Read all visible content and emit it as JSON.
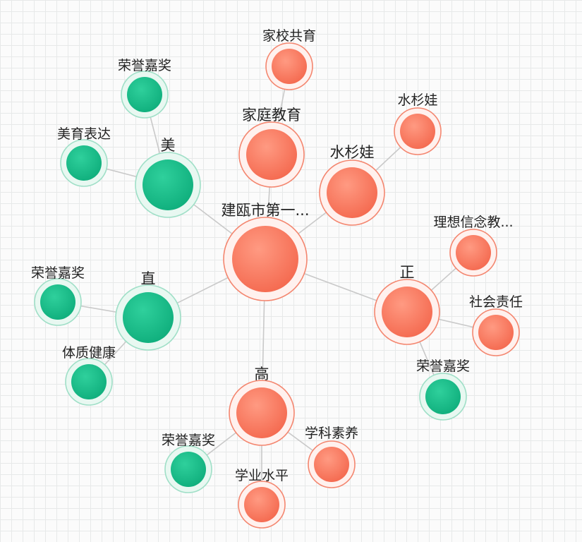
{
  "graph": {
    "colors": {
      "red": "#fa7a62",
      "red_ring": "#f4866f",
      "green": "#16be8a",
      "green_ring": "#9fdfc7",
      "edge": "#c9c9c9"
    },
    "nodes": [
      {
        "id": "center",
        "label": "建瓯市第一...",
        "color": "red"
      },
      {
        "id": "mei",
        "label": "美",
        "color": "green"
      },
      {
        "id": "mei-rongyu",
        "label": "荣誉嘉奖",
        "color": "green"
      },
      {
        "id": "mei-meiyu",
        "label": "美育表达",
        "color": "green"
      },
      {
        "id": "zhi",
        "label": "直",
        "color": "green"
      },
      {
        "id": "zhi-rongyu",
        "label": "荣誉嘉奖",
        "color": "green"
      },
      {
        "id": "zhi-tizhi",
        "label": "体质健康",
        "color": "green"
      },
      {
        "id": "gao",
        "label": "高",
        "color": "red"
      },
      {
        "id": "gao-rongyu",
        "label": "荣誉嘉奖",
        "color": "green"
      },
      {
        "id": "gao-xueye",
        "label": "学业水平",
        "color": "red"
      },
      {
        "id": "gao-xueke",
        "label": "学科素养",
        "color": "red"
      },
      {
        "id": "zheng",
        "label": "正",
        "color": "red"
      },
      {
        "id": "zheng-lixiang",
        "label": "理想信念教...",
        "color": "red"
      },
      {
        "id": "zheng-shehui",
        "label": "社会责任",
        "color": "red"
      },
      {
        "id": "zheng-rongyu",
        "label": "荣誉嘉奖",
        "color": "green"
      },
      {
        "id": "jiating",
        "label": "家庭教育",
        "color": "red"
      },
      {
        "id": "jiaxiao",
        "label": "家校共育",
        "color": "red"
      },
      {
        "id": "shuishan",
        "label": "水杉娃",
        "color": "red"
      },
      {
        "id": "shuishan-child",
        "label": "水杉娃",
        "color": "red"
      }
    ],
    "edges": [
      [
        "center",
        "mei"
      ],
      [
        "mei",
        "mei-rongyu"
      ],
      [
        "mei",
        "mei-meiyu"
      ],
      [
        "center",
        "zhi"
      ],
      [
        "zhi",
        "zhi-rongyu"
      ],
      [
        "zhi",
        "zhi-tizhi"
      ],
      [
        "center",
        "gao"
      ],
      [
        "gao",
        "gao-rongyu"
      ],
      [
        "gao",
        "gao-xueye"
      ],
      [
        "gao",
        "gao-xueke"
      ],
      [
        "center",
        "zheng"
      ],
      [
        "zheng",
        "zheng-lixiang"
      ],
      [
        "zheng",
        "zheng-shehui"
      ],
      [
        "zheng",
        "zheng-rongyu"
      ],
      [
        "center",
        "jiating"
      ],
      [
        "jiating",
        "jiaxiao"
      ],
      [
        "center",
        "shuishan"
      ],
      [
        "shuishan",
        "shuishan-child"
      ]
    ]
  }
}
